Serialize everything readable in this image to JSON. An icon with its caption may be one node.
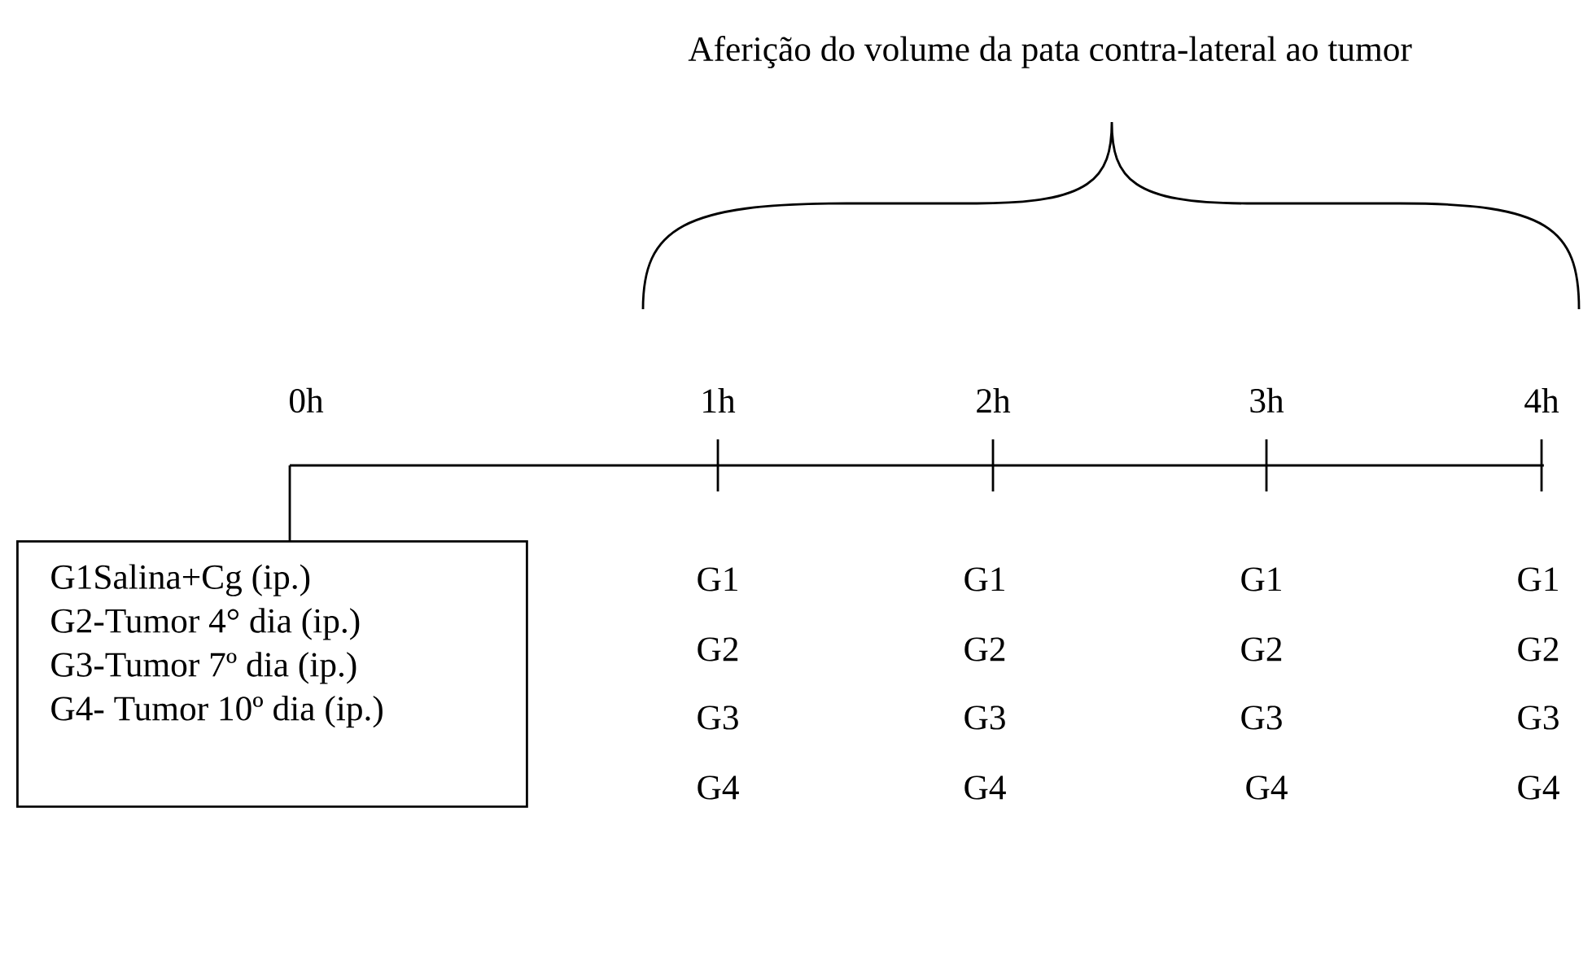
{
  "diagram": {
    "nodes": [
      {
        "text": [
          "G1Salina+Cg (ip.)",
          "G2-Tumor 4° dia (ip.)",
          "G3-Tumor 7º dia (ip.)",
          "G4- Tumor 10º dia (ip.)"
        ]
      },
      {
        "text": [],
        "shape": "line"
      }
    ],
    "edges": [
      {
        "from": 1,
        "to": 0,
        "arrow": "none"
      }
    ],
    "labels": [
      "Aferição do volume da pata contra-lateral ao tumor",
      "0h",
      "1h",
      "2h",
      "3h",
      "4h",
      "G1",
      "G1",
      "G1",
      "G1",
      "G2",
      "G2",
      "G2",
      "G2",
      "G3",
      "G3",
      "G3",
      "G3",
      "G4",
      "G4",
      "G4",
      "G4"
    ]
  }
}
